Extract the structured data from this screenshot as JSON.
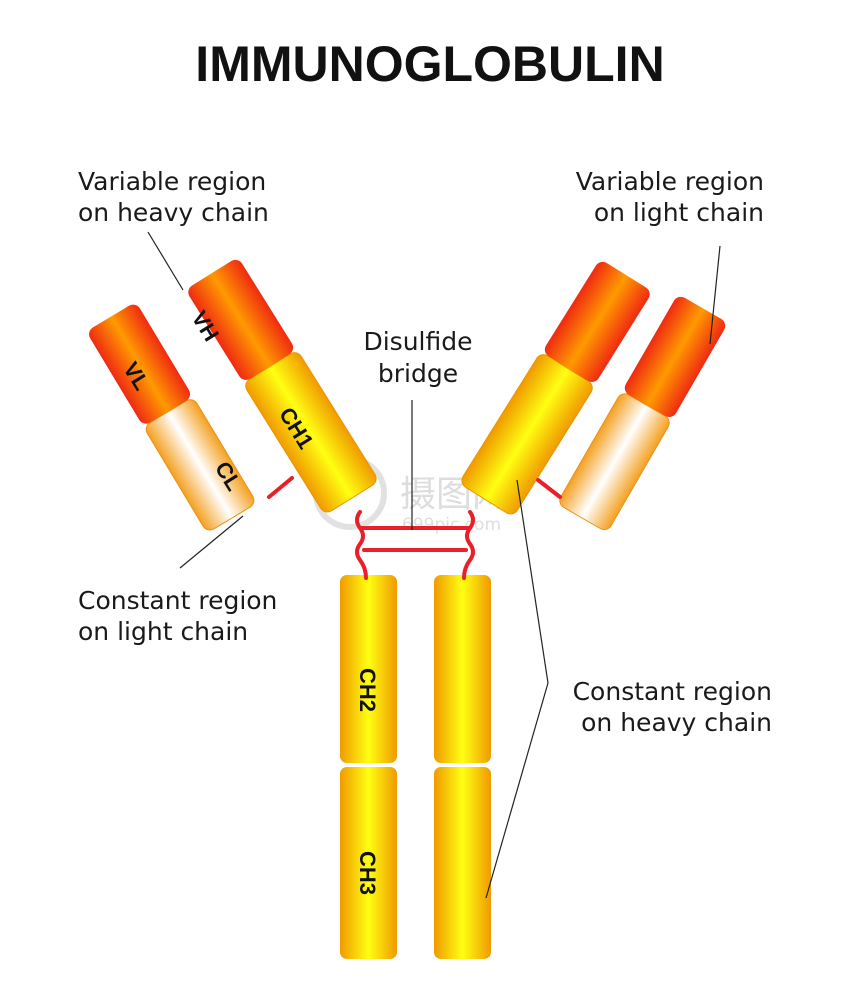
{
  "title": "IMMUNOGLOBULIN",
  "labels": {
    "var_heavy": [
      "Variable region",
      "on heavy chain"
    ],
    "var_light": [
      "Variable region",
      "on light chain"
    ],
    "disulfide": [
      "Disulfide",
      "bridge"
    ],
    "const_light": [
      "Constant region",
      "on light chain"
    ],
    "const_heavy": [
      "Constant region",
      "on heavy chain"
    ]
  },
  "segments": {
    "vh": "VH",
    "vl": "VL",
    "ch1": "CH1",
    "cl": "CL",
    "ch2": "CH2",
    "ch3": "CH3"
  },
  "watermark": {
    "cn": "摄图网",
    "url": "699pic.com"
  },
  "colors": {
    "variable_outer": "#f03818",
    "variable_inner": "#ff9a00",
    "constant_outer": "#f0a000",
    "constant_inner": "#ffff10",
    "light_constant_outer": "#f5a623",
    "light_constant_inner": "#ffffff",
    "bond": "#e8202a"
  }
}
